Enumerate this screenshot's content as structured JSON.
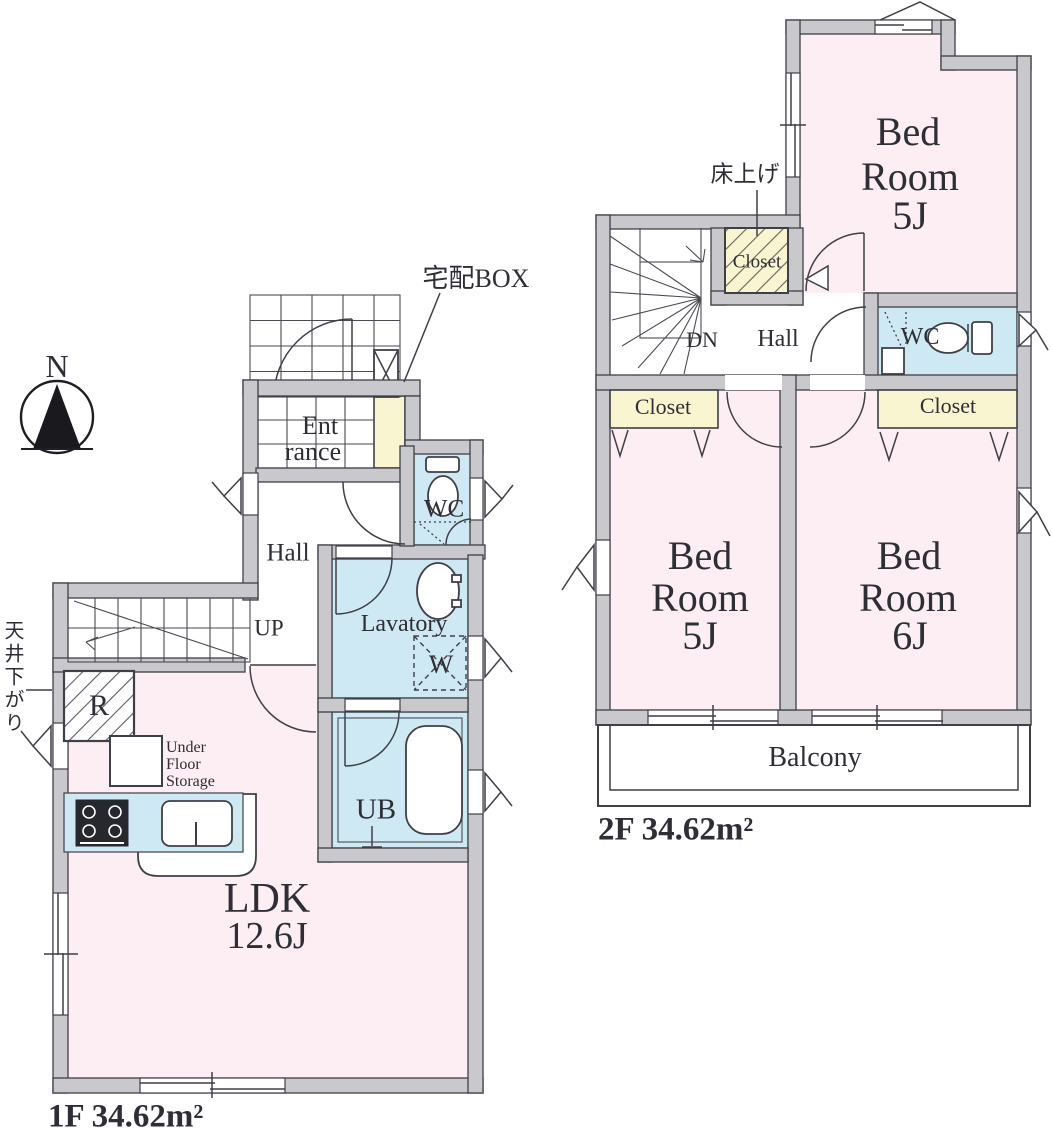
{
  "colors": {
    "room_pink": "#fceef2",
    "wet_blue": "#cfe9f4",
    "closet_yellow": "#f8f5d0",
    "wall_gray": "#c9c9cd",
    "line_dark": "#3f3f47",
    "text_dark": "#2e2e36"
  },
  "compass": {
    "north_label": "N"
  },
  "floor1": {
    "area_label": "1F 34.62m²",
    "annotations": {
      "delivery_box": "宅配BOX",
      "ceiling_drop": "天井下がり"
    },
    "rooms": {
      "entrance_line1": "Ent",
      "entrance_line2": "rance",
      "hall": "Hall",
      "up": "UP",
      "wc": "WC",
      "lavatory": "Lavatory",
      "washer": "W",
      "unit_bath": "UB",
      "refrigerator": "R",
      "under_floor_line1": "Under",
      "under_floor_line2": "Floor",
      "under_floor_line3": "Storage",
      "ldk_line1": "LDK",
      "ldk_line2": "12.6J"
    }
  },
  "floor2": {
    "area_label": "2F 34.62m²",
    "annotations": {
      "floor_raised": "床上げ"
    },
    "rooms": {
      "bedroom_top_line1": "Bed",
      "bedroom_top_line2": "Room",
      "bedroom_top_line3": "5J",
      "bedroom_left_line1": "Bed",
      "bedroom_left_line2": "Room",
      "bedroom_left_line3": "5J",
      "bedroom_right_line1": "Bed",
      "bedroom_right_line2": "Room",
      "bedroom_right_line3": "6J",
      "closet_top": "Closet",
      "closet_left": "Closet",
      "closet_right": "Closet",
      "hall": "Hall",
      "dn": "DN",
      "wc": "WC",
      "balcony": "Balcony"
    }
  }
}
